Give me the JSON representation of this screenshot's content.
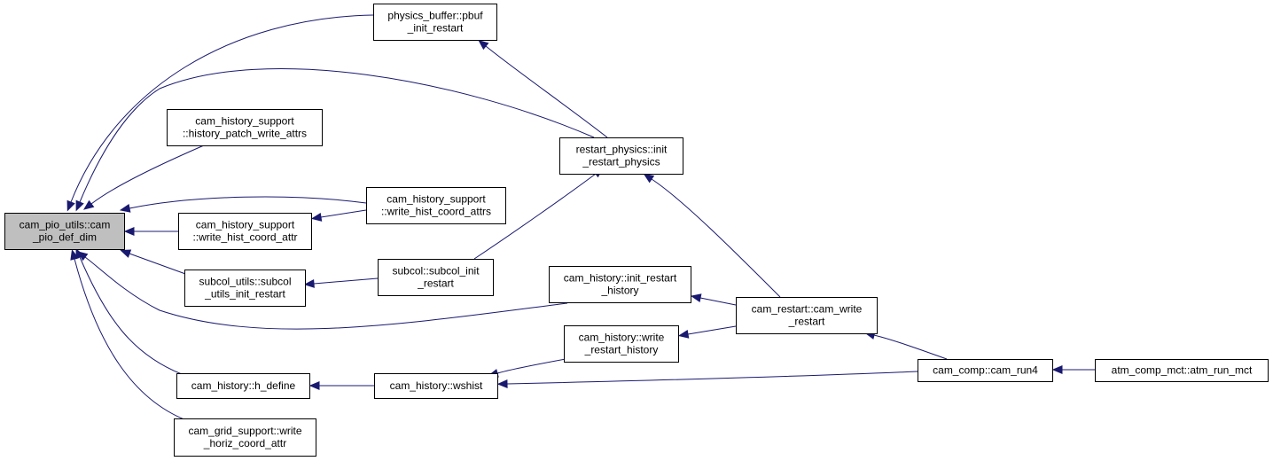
{
  "graph": {
    "root": "n0",
    "nodes": [
      {
        "id": "n0",
        "lines": [
          "cam_pio_utils::cam",
          "_pio_def_dim"
        ],
        "root": true
      },
      {
        "id": "n1",
        "lines": [
          "physics_buffer::pbuf",
          "_init_restart"
        ]
      },
      {
        "id": "n2",
        "lines": [
          "cam_history_support",
          "::history_patch_write_attrs"
        ]
      },
      {
        "id": "n3",
        "lines": [
          "restart_physics::init",
          "_restart_physics"
        ]
      },
      {
        "id": "n4",
        "lines": [
          "cam_history_support",
          "::write_hist_coord_attrs"
        ]
      },
      {
        "id": "n5",
        "lines": [
          "cam_history_support",
          "::write_hist_coord_attr"
        ]
      },
      {
        "id": "n6",
        "lines": [
          "subcol::subcol_init",
          "_restart"
        ]
      },
      {
        "id": "n7",
        "lines": [
          "subcol_utils::subcol",
          "_utils_init_restart"
        ]
      },
      {
        "id": "n8",
        "lines": [
          "cam_history::init_restart",
          "_history"
        ]
      },
      {
        "id": "n9",
        "lines": [
          "cam_restart::cam_write",
          "_restart"
        ]
      },
      {
        "id": "n10",
        "lines": [
          "cam_history::write",
          "_restart_history"
        ]
      },
      {
        "id": "n11",
        "lines": [
          "cam_history::h_define"
        ]
      },
      {
        "id": "n12",
        "lines": [
          "cam_history::wshist"
        ]
      },
      {
        "id": "n13",
        "lines": [
          "cam_comp::cam_run4"
        ]
      },
      {
        "id": "n14",
        "lines": [
          "atm_comp_mct::atm_run_mct"
        ]
      },
      {
        "id": "n15",
        "lines": [
          "cam_grid_support::write",
          "_horiz_coord_attr"
        ]
      }
    ],
    "edges": [
      {
        "from": "n1",
        "to": "n0"
      },
      {
        "from": "n3",
        "to": "n0"
      },
      {
        "from": "n2",
        "to": "n0"
      },
      {
        "from": "n4",
        "to": "n0"
      },
      {
        "from": "n5",
        "to": "n0"
      },
      {
        "from": "n7",
        "to": "n0"
      },
      {
        "from": "n8",
        "to": "n0"
      },
      {
        "from": "n11",
        "to": "n0"
      },
      {
        "from": "n15",
        "to": "n0"
      },
      {
        "from": "n3",
        "to": "n1"
      },
      {
        "from": "n6",
        "to": "n3"
      },
      {
        "from": "n9",
        "to": "n3"
      },
      {
        "from": "n4",
        "to": "n5"
      },
      {
        "from": "n6",
        "to": "n7"
      },
      {
        "from": "n9",
        "to": "n8"
      },
      {
        "from": "n9",
        "to": "n10"
      },
      {
        "from": "n13",
        "to": "n9"
      },
      {
        "from": "n10",
        "to": "n12"
      },
      {
        "from": "n13",
        "to": "n12"
      },
      {
        "from": "n12",
        "to": "n11"
      },
      {
        "from": "n14",
        "to": "n13"
      }
    ]
  }
}
